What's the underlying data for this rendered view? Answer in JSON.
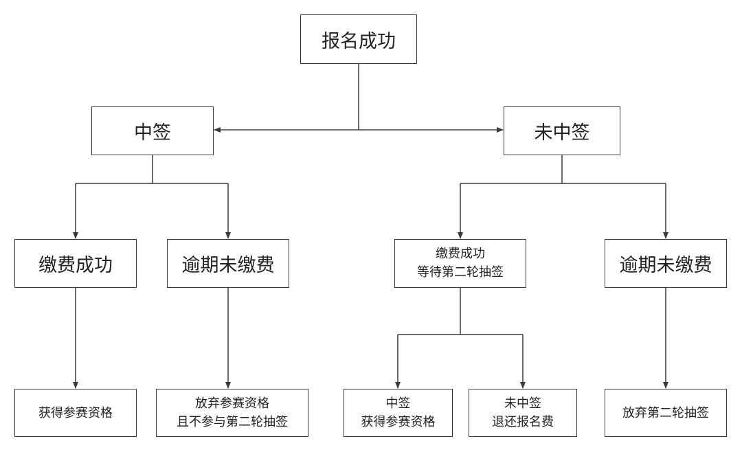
{
  "diagram": {
    "nodes": {
      "root": "报名成功",
      "won": "中签",
      "lost": "未中签",
      "won_paid": "缴费成功",
      "won_overdue": "逾期未缴费",
      "lost_paid": "缴费成功\n等待第二轮抽签",
      "lost_overdue": "逾期未缴费",
      "leaf_qualify": "获得参赛资格",
      "leaf_giveup": "放弃参赛资格\n且不参与第二轮抽签",
      "leaf_second_win": "中签\n获得参赛资格",
      "leaf_second_lose": "未中签\n退还报名费",
      "leaf_giveup_second": "放弃第二轮抽签"
    },
    "line_color": "#3a3a3a"
  }
}
